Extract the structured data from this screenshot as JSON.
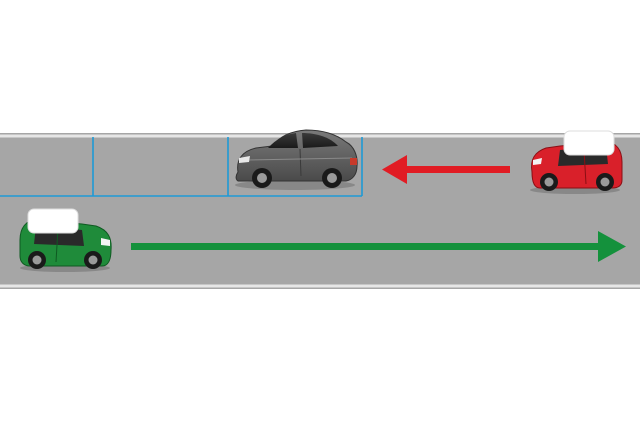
{
  "scene": {
    "background": "#ffffff",
    "road": {
      "surface_color": "#a6a6a6",
      "edge_line_color": "#e6e6e6",
      "bay_line_color": "#1e9ad6"
    },
    "parking_bays": {
      "count": 3,
      "occupied_bay": 3
    },
    "vehicles": [
      {
        "role": "parked-car",
        "type": "sedan",
        "body_color": "#666666",
        "lane": "parking"
      },
      {
        "role": "green-car",
        "type": "mini-hatchback",
        "body_color": "#1f8b3a",
        "roof_color": "#ffffff",
        "lane": "near",
        "direction": "right"
      },
      {
        "role": "red-car",
        "type": "mini-hatchback",
        "body_color": "#d9202a",
        "roof_color": "#ffffff",
        "lane": "far",
        "direction": "left"
      }
    ],
    "arrows": [
      {
        "role": "green-car-direction",
        "color": "#14913c",
        "direction": "right"
      },
      {
        "role": "red-car-direction",
        "color": "#e11c24",
        "direction": "left"
      }
    ]
  }
}
